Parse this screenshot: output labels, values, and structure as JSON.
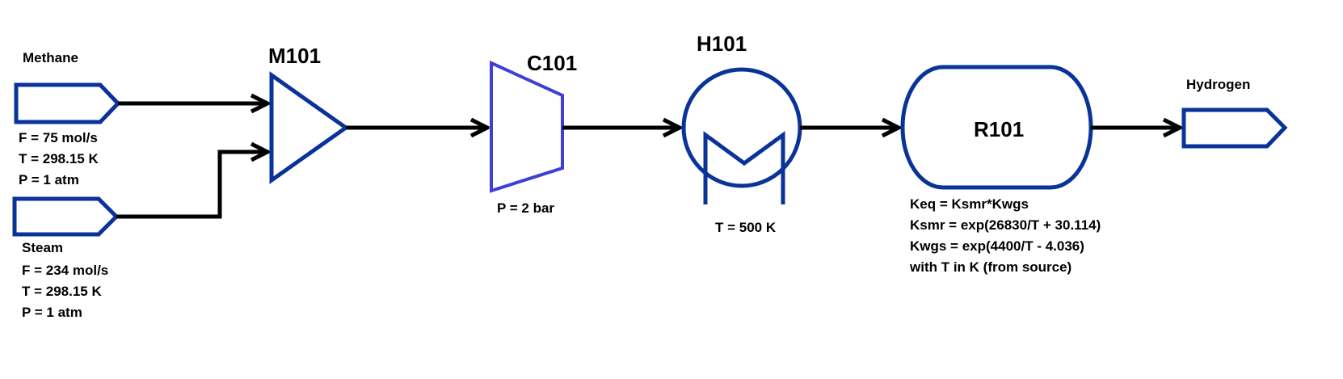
{
  "streams": {
    "methane": {
      "name": "Methane",
      "props": [
        "F = 75 mol/s",
        "T = 298.15 K",
        "P = 1 atm"
      ]
    },
    "steam": {
      "name": "Steam",
      "props": [
        "F = 234 mol/s",
        "T = 298.15 K",
        "P = 1 atm"
      ]
    },
    "hydrogen": {
      "name": "Hydrogen"
    }
  },
  "units": {
    "mixer": {
      "tag": "M101"
    },
    "compressor": {
      "tag": "C101",
      "spec": "P = 2 bar"
    },
    "heater": {
      "tag": "H101",
      "spec": "T = 500 K"
    },
    "reactor": {
      "tag": "R101",
      "specs": [
        "Keq = Ksmr*Kwgs",
        "Ksmr = exp(26830/T + 30.114)",
        "Kwgs = exp(4400/T - 4.036)",
        "with T in K (from source)"
      ]
    }
  },
  "colors": {
    "equipment": "#0a3399",
    "compressor": "#3f3fd6",
    "lines": "#000000"
  }
}
